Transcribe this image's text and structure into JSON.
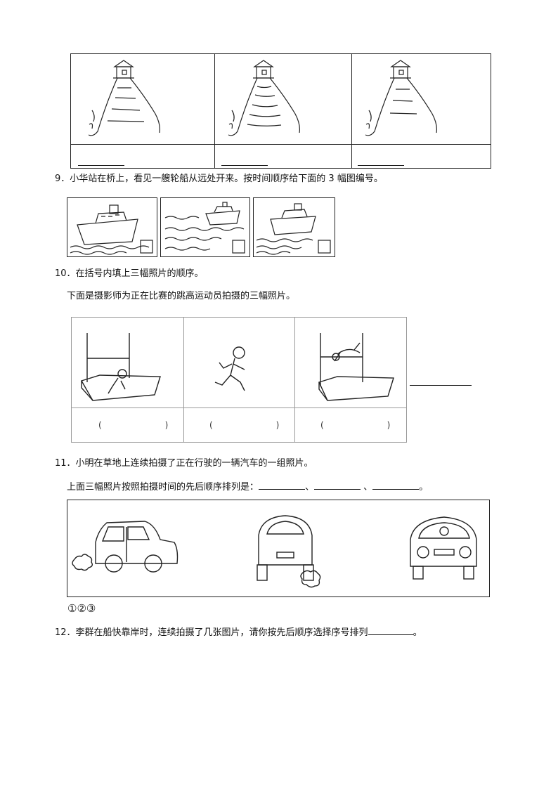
{
  "q8": {
    "answer_blanks": [
      "",
      "",
      ""
    ]
  },
  "q9": {
    "number": "9．",
    "text": "小华站在桥上，看见一艘轮船从远处开来。按时间顺序给下面的 3 幅图编号。"
  },
  "q10": {
    "number": "10．",
    "text": "在括号内填上三幅照片的顺序。",
    "subtext": "下面是摄影师为正在比赛的跳高运动员拍摄的三幅照片。",
    "parens": [
      "(　　)",
      "(　　)",
      "(　　)"
    ]
  },
  "q11": {
    "number": "11．",
    "text": "小明在草地上连续拍摄了正在行驶的一辆汽车的一组照片。",
    "subtext_before": "上面三幅照片按照拍摄时间的先后顺序排列是：",
    "sep1": "、",
    "sep2": " 、",
    "end": "。",
    "labels": "①②③"
  },
  "q12": {
    "number": "12．",
    "text": "李群在船快靠岸时，连续拍摄了几张图片，请你按先后顺序选择序号排列",
    "end": "。"
  }
}
